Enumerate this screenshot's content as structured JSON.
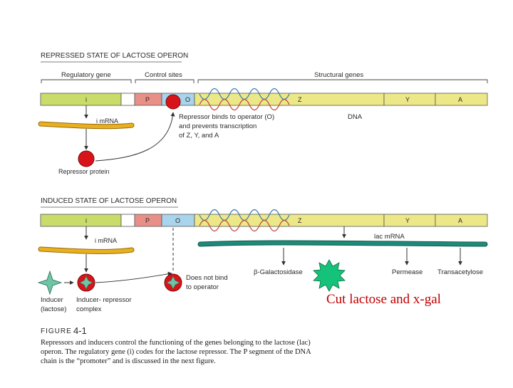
{
  "repressed": {
    "title": "REPRESSED STATE OF LACTOSE OPERON",
    "header_regulatory": "Regulatory gene",
    "header_control": "Control sites",
    "header_structural": "Structural  genes",
    "gene_i": "i",
    "gene_p": "P",
    "gene_o": "O",
    "gene_z": "Z",
    "gene_y": "Y",
    "gene_a": "A",
    "mrna_label": "i mRNA",
    "note_line1": "Repressor binds to operator (O)",
    "note_line2": "and prevents transcription",
    "note_line3": "of Z, Y, and A",
    "dna_label": "DNA",
    "repressor_label": "Repressor protein"
  },
  "induced": {
    "title": "INDUCED STATE OF LACTOSE OPERON",
    "gene_i": "i",
    "gene_p": "P",
    "gene_o": "O",
    "gene_z": "Z",
    "gene_y": "Y",
    "gene_a": "A",
    "mrna_label": "i mRNA",
    "lac_mrna_label": "lac mRNA",
    "no_bind_line1": "Does not bind",
    "no_bind_line2": "to operator",
    "galactosidase": "β-Galactosidase",
    "permease": "Permease",
    "transacetylase": "Transacetylose",
    "inducer_line1": "Inducer",
    "inducer_line2": "(lactose)",
    "complex_line1": "Inducer- repressor",
    "complex_line2": "complex"
  },
  "annotation": "Cut lactose and x-gal",
  "figure": {
    "label": "FIGURE",
    "number": "4-1",
    "caption_line1": "Repressors and inducers control the functioning of the genes belonging to the lactose (lac)",
    "caption_line2": "operon. The regulatory gene (i) codes for the lactose repressor. The P segment of the DNA",
    "caption_line3": "chain is the “promoter” and is discussed in the next figure."
  },
  "colors": {
    "gene_i": "#c9dc6a",
    "promoter": "#e89088",
    "operator": "#a8d4ec",
    "structural": "#ede887",
    "mrna": "#e8b020",
    "lac_mrna": "#1e8a78",
    "repressor": "#d8141a",
    "inducer": "#6cc6a4",
    "starburst": "#14c27a"
  }
}
